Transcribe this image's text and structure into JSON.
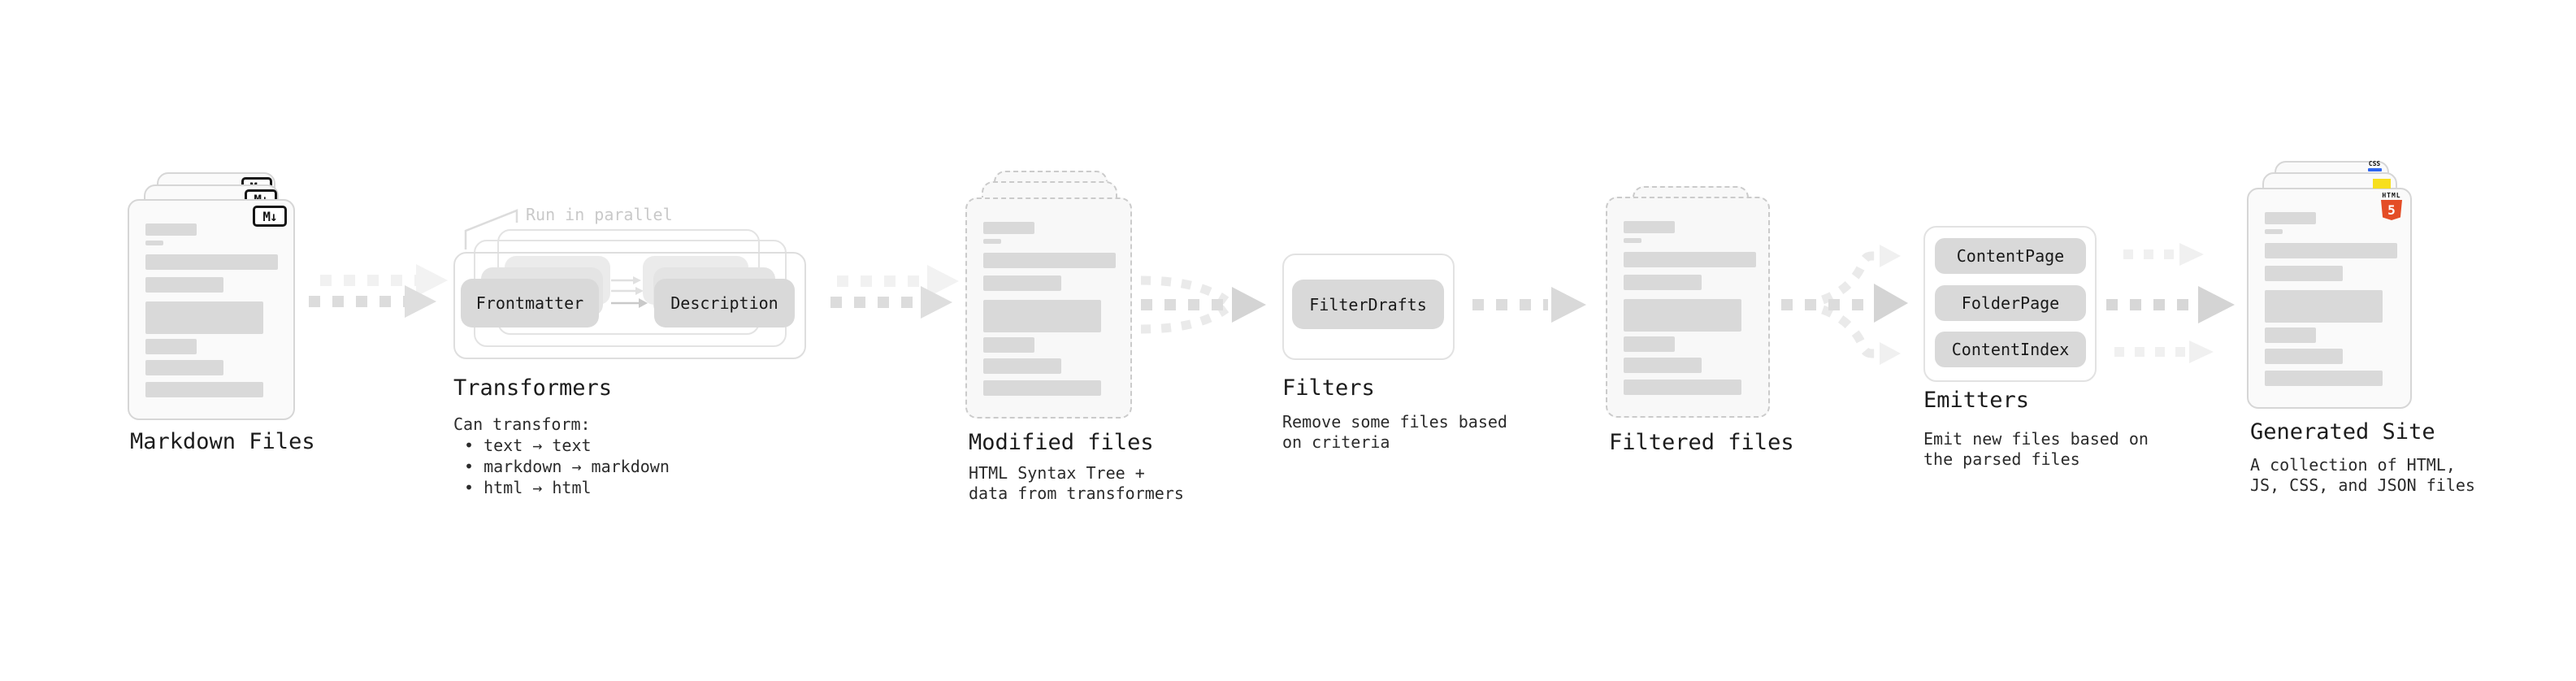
{
  "markdown_files": {
    "label": "Markdown Files",
    "badge": "M↓"
  },
  "transformers": {
    "label": "Transformers",
    "note": "Run in parallel",
    "pill_left": "Frontmatter",
    "pill_right": "Description",
    "desc_heading": "Can transform:",
    "bullets": [
      "• text → text",
      "• markdown → markdown",
      "• html → html"
    ]
  },
  "modified_files": {
    "label": "Modified files",
    "desc": "HTML Syntax Tree +\ndata from transformers"
  },
  "filters": {
    "label": "Filters",
    "pill": "FilterDrafts",
    "desc": "Remove some files based\non criteria"
  },
  "filtered_files": {
    "label": "Filtered files"
  },
  "emitters": {
    "label": "Emitters",
    "pills": [
      "ContentPage",
      "FolderPage",
      "ContentIndex"
    ],
    "desc": "Emit new files based on\nthe parsed files"
  },
  "generated_site": {
    "label": "Generated Site",
    "desc": "A collection of HTML,\nJS, CSS, and JSON files",
    "html_badge_text": "HTML",
    "html_badge_number": "5",
    "css_badge_text": "CSS"
  },
  "colors": {
    "bar_gray": "#d9d9d9",
    "pill_gray": "#d9d9d9",
    "html5_orange": "#e44d26",
    "js_yellow": "#f7df1e",
    "css_blue": "#2d65f0"
  }
}
